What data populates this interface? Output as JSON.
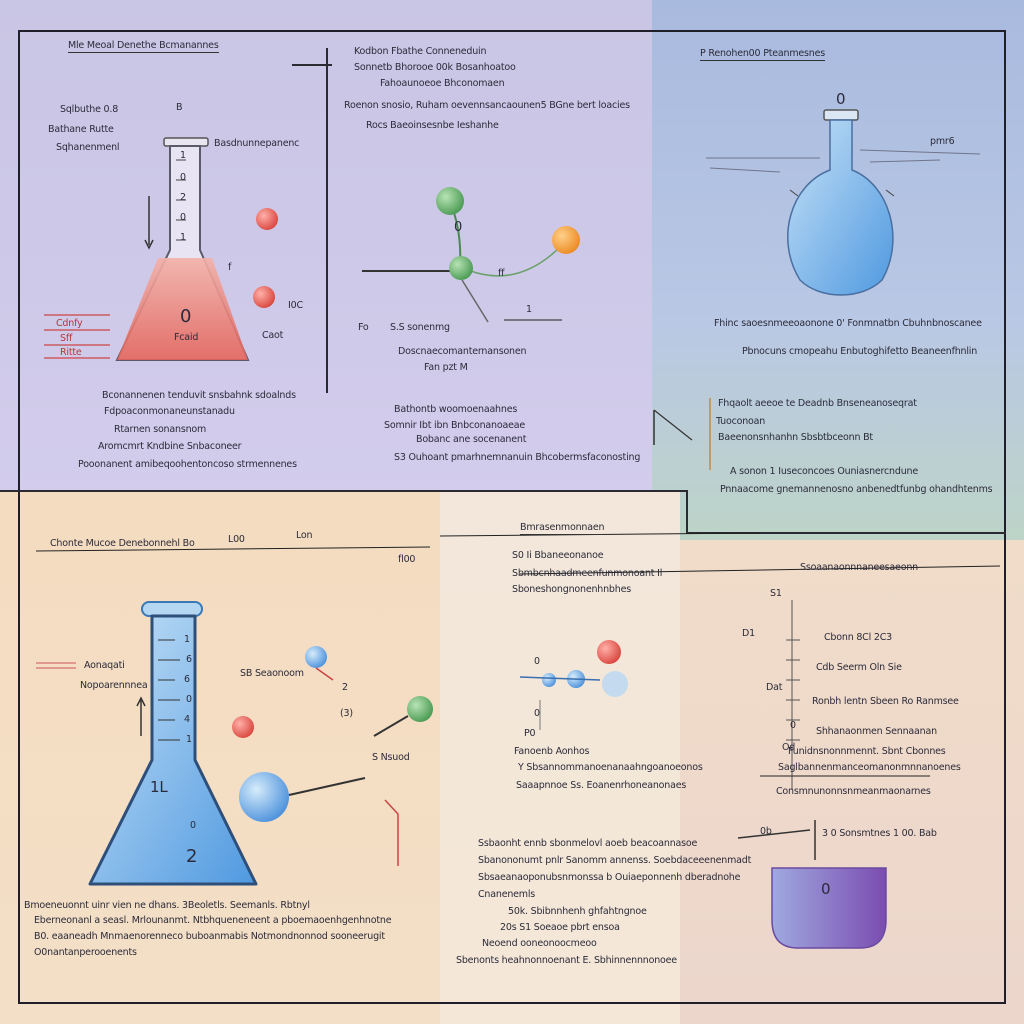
{
  "panel_top_left": {
    "header": "Mle Meoal Denethe Bcmanannes",
    "side_labels": [
      "Sqlbuthe 0.8",
      "B",
      "Bathane Rutte",
      "Sqhanenmenl"
    ],
    "flask_caption": "Basdnunnepanenc",
    "flask_marks": [
      "1",
      "0",
      "2",
      "0",
      "1"
    ],
    "flask_liquid_label": "0",
    "flask_liquid_sub": "Fcaid",
    "left_red_labels": [
      "Cdnfy",
      "Sff",
      "Ritte"
    ],
    "sphere_labels": [
      "f",
      "I0C",
      "Caot"
    ],
    "notes": [
      "Bconannenen tenduvit snsbahnk sdoalnds",
      "Fdpoaconmonaneunstanadu",
      "Rtarnen sonansnom",
      "Aromcmrt Kndbine Snbaconeer",
      "Pooonanent amibeqoohentoncoso strmennenes"
    ]
  },
  "panel_top_middle": {
    "header_lines": [
      "Kodbon Fbathe Conneneduin",
      "Sonnetb Bhorooe 00k Bosanhoatoo",
      "Fahoaunoeoe Bhconomaen",
      "Roenon snosio, Ruham oevennsancaounen5 BGne bert loacies",
      "Rocs Baeoinsesnbe Ieshanhe"
    ],
    "molecule_labels": [
      "0",
      "ff",
      "1",
      "Fo"
    ],
    "caption_1": "S.S sonenmg",
    "caption_2": "Doscnaecomanternansonen",
    "caption_3": "Fan pzt M",
    "notes": [
      "Bathontb woomoenaahnes",
      "Somnir Ibt ibn Bnbconanoaeae",
      "Bobanc ane socenanent",
      "S3 Ouhoant pmarhnemnanuin Bhcobermsfaconosting"
    ]
  },
  "panel_top_right": {
    "header": "P Renohen00 Pteanmesnes",
    "flask_top_label": "0",
    "side_label": "pmr6",
    "caption_1": "Fhinc saoesnmeeoaonone 0' Fonmnatbn Cbuhnbnoscanee",
    "caption_2": "Pbnocuns cmopeahu Enbutoghifetto Beaneenfhnlin",
    "box_lines": [
      "Fhqaolt aeeoe te Deadnb Bnseneanoseqrat",
      "Tuoconoan",
      "Baeenonsnhanhn Sbsbtbceonn Bt",
      "A sonon 1 Iuseconcoes Ouniasnercndune",
      "Pnnaacome gnemannenosno anbenedtfunbg ohandhtenms"
    ]
  },
  "panel_bottom_left": {
    "header": "Chonte Mucoe Denebonnehl Bo",
    "header_tags": [
      "L00",
      "Lon",
      "fl00"
    ],
    "side_labels": [
      "Aonaqati",
      "Nopoarennnea"
    ],
    "flask_marks": [
      "1",
      "6",
      "6",
      "0",
      "4",
      "1"
    ],
    "flask_big_label": "1L",
    "flask_bottom_label": "2",
    "flask_mid_label": "0",
    "sphere_labels": [
      "SB Seaonoom",
      "2",
      "(3)",
      "S Nsuod"
    ],
    "notes": [
      "Bmoeneuonnt uinr vien ne dhans. 3Beoletls. Seemanls. Rbtnyl",
      "Eberneonanl a seasl. Mrlounanmt. Ntbhqueneneent a pboemaoenhgenhnotne",
      "B0. eaaneadh Mnmaenorenneco buboanmabis Notmondnonnod sooneerugit",
      "O0nantanperooenents"
    ]
  },
  "panel_bottom_middle": {
    "header": "Bmrasenmonnaen",
    "header_lines": [
      "S0 Ii Bbaneeonanoe",
      "Sbmbcnhaadmeenfunmonoant Il",
      "Sboneshongnonenhnbhes"
    ],
    "molecule_labels": [
      "0",
      "0",
      "P0"
    ],
    "caption_1": "Fanoenb Aonhos",
    "caption_2": "Y Sbsannommanoenanaahngoanoeonos",
    "caption_3": "Saaapnnoe Ss. Eoanenrhoneanonaes",
    "notes": [
      "Ssbaonht ennb sbonmelovl aoeb beacoannasoe",
      "Sbanononumt pnlr Sanomm annenss. Soebdaceeenenmadt",
      "Sbsaeanaoponubsnmonssa b Ouiaeponnenh dberadnohe",
      "Cnanenemls",
      "50k. Sbibnnhenh ghfahtngnoe",
      "20s S1 Soeaoe pbrt ensoa",
      "Neoend ooneonoocmeoo",
      "Sbenonts heahnonnoenant E. Sbhinnennnonoee"
    ]
  },
  "panel_bottom_right": {
    "header_tags": [
      "Ssoaanaonnnaneesaeonn"
    ],
    "scale_labels": [
      "S1",
      "D1",
      "Dat",
      "0",
      "Od",
      "0b"
    ],
    "right_lines": [
      "Cbonn 8Cl 2C3",
      "Cdb Seerm   Oln Sie",
      "Ronbh lentn Sbeen Ro Ranmsee",
      "Shhanaonmen Sennaanan",
      "Funidnsnonnmennt. Sbnt Cbonnes",
      "Saglbannenmanceomanonmnnanoenes",
      "Consmnunonnsnmeanmaonarnes",
      "3 0 Sonsmtnes   1 00. Bab"
    ],
    "beaker_label": "0"
  },
  "colors": {
    "ink": "#1f1f2a",
    "flask_red": "#e58a85",
    "flask_blue": "#79b3e8",
    "sphere_red": "#e0524a",
    "sphere_green": "#5eae63",
    "sphere_orange": "#f29a2e",
    "sphere_blue": "#5a9fe0",
    "beaker_purple": "#8a63b8"
  }
}
